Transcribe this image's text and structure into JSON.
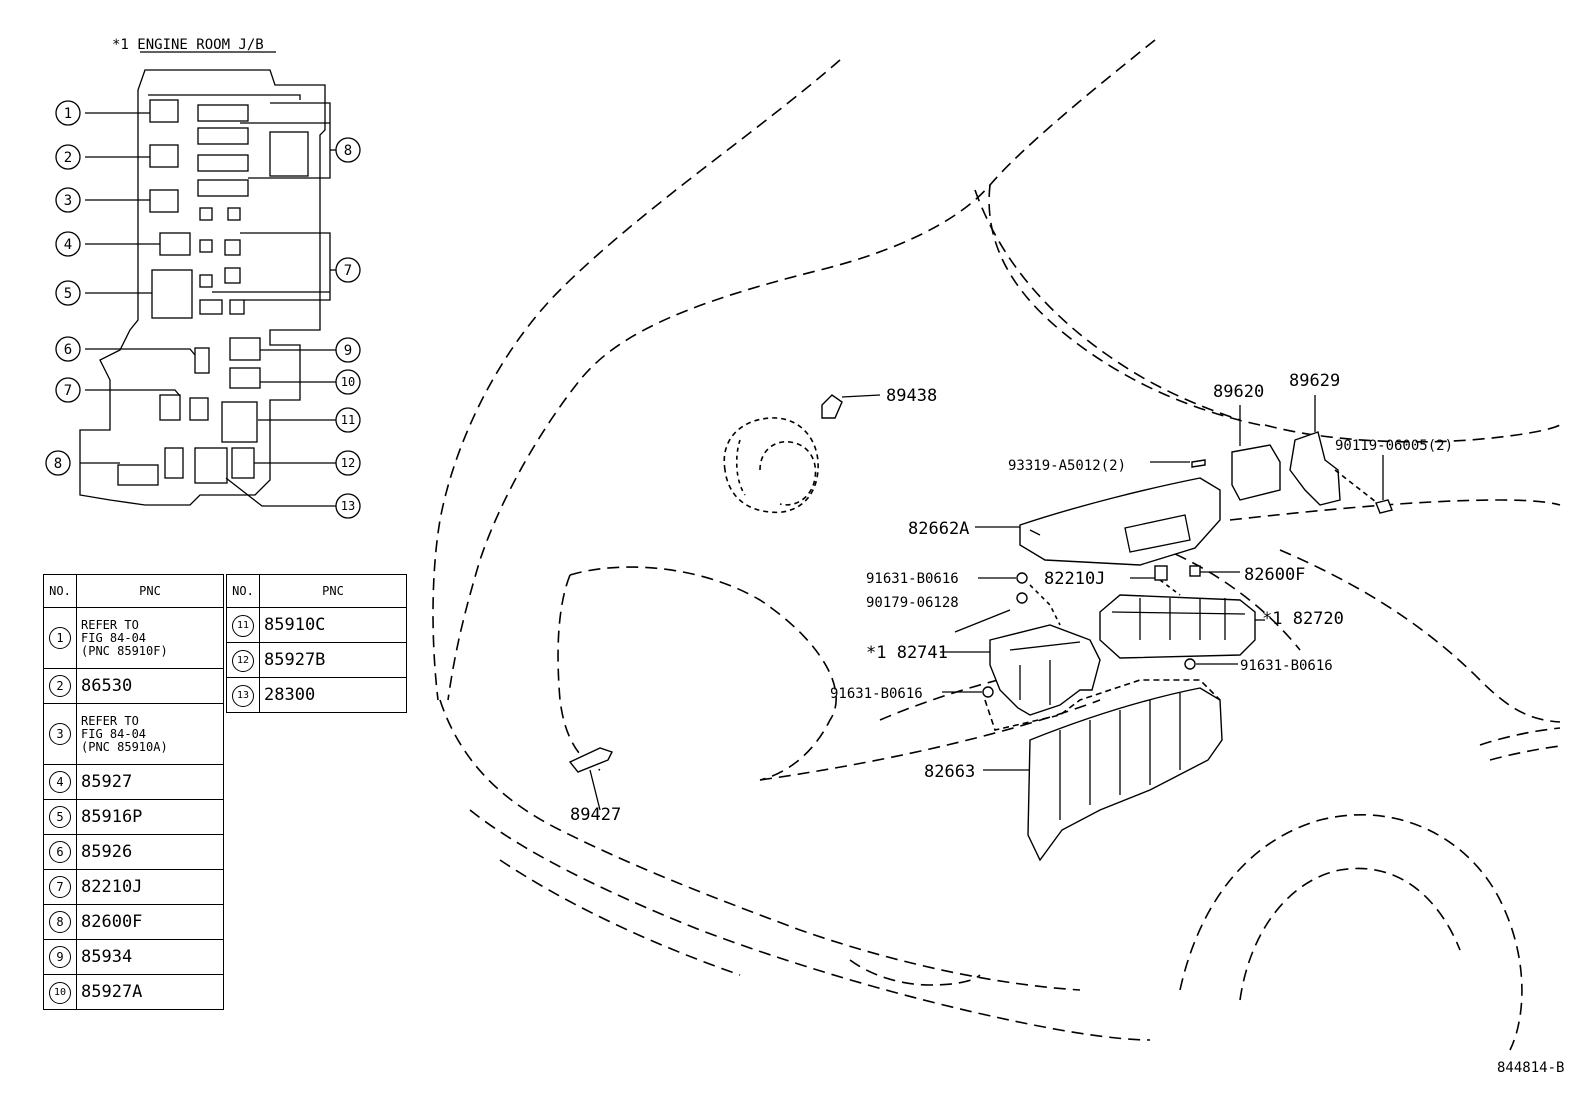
{
  "inset_title": "*1 ENGINE ROOM J/B",
  "inset_callouts": [
    "1",
    "2",
    "3",
    "4",
    "5",
    "8",
    "7",
    "6",
    "9",
    "7",
    "10",
    "11",
    "8",
    "12",
    "13"
  ],
  "table": {
    "header": {
      "no": "NO.",
      "pnc": "PNC"
    },
    "left_rows": [
      {
        "no": "1",
        "lines": [
          "REFER TO",
          "FIG 84-04",
          "(PNC 85910F)"
        ]
      },
      {
        "no": "2",
        "pnc": "86530"
      },
      {
        "no": "3",
        "lines": [
          "REFER TO",
          "FIG 84-04",
          "(PNC 85910A)"
        ]
      },
      {
        "no": "4",
        "pnc": "85927"
      },
      {
        "no": "5",
        "pnc": "85916P"
      },
      {
        "no": "6",
        "pnc": "85926"
      },
      {
        "no": "7",
        "pnc": "82210J"
      },
      {
        "no": "8",
        "pnc": "82600F"
      },
      {
        "no": "9",
        "pnc": "85934"
      },
      {
        "no": "10",
        "pnc": "85927A"
      }
    ],
    "right_rows": [
      {
        "no": "11",
        "pnc": "85910C"
      },
      {
        "no": "12",
        "pnc": "85927B"
      },
      {
        "no": "13",
        "pnc": "28300"
      }
    ]
  },
  "parts": {
    "p89438": "89438",
    "p89620": "89620",
    "p89629": "89629",
    "p93319": "93319-A5012(2)",
    "p90119": "90119-06005(2)",
    "p82662A": "82662A",
    "p91631a": "91631-B0616",
    "p82210J": "82210J",
    "p82600F": "82600F",
    "p90179": "90179-06128",
    "p82720": "*1 82720",
    "p82741": "*1 82741",
    "p91631b": "91631-B0616",
    "p91631c": "91631-B0616",
    "p82663": "82663",
    "p89427": "89427"
  },
  "figure_id": "844814-B"
}
